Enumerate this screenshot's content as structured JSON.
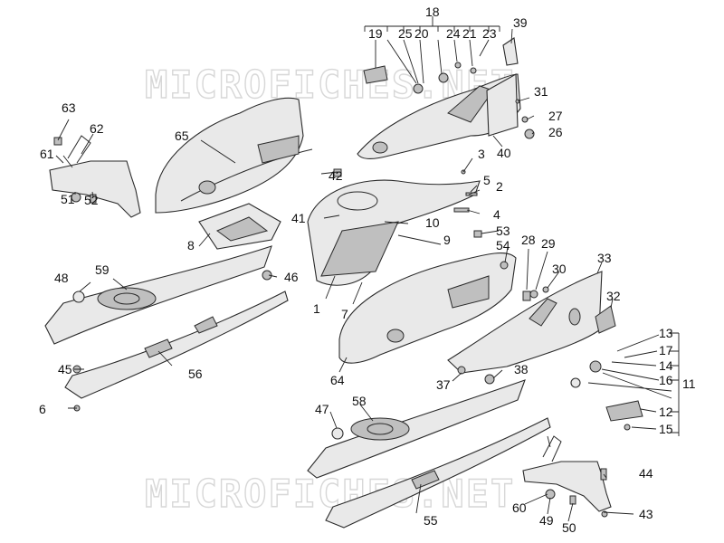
{
  "watermark": "MICROFICHES.NET",
  "callouts": {
    "c1": "1",
    "c2": "2",
    "c3": "3",
    "c4": "4",
    "c5": "5",
    "c6": "6",
    "c7": "7",
    "c8": "8",
    "c9": "9",
    "c10": "10",
    "c11": "11",
    "c12": "12",
    "c13": "13",
    "c14": "14",
    "c15": "15",
    "c16": "16",
    "c17": "17",
    "c18": "18",
    "c19": "19",
    "c20": "20",
    "c21": "21",
    "c23": "23",
    "c24": "24",
    "c25": "25",
    "c26": "26",
    "c27": "27",
    "c28": "28",
    "c29": "29",
    "c30": "30",
    "c31": "31",
    "c32": "32",
    "c33": "33",
    "c37": "37",
    "c38": "38",
    "c39": "39",
    "c40": "40",
    "c41": "41",
    "c42": "42",
    "c43": "43",
    "c44": "44",
    "c45": "45",
    "c46": "46",
    "c47": "47",
    "c48": "48",
    "c49": "49",
    "c50": "50",
    "c51": "51",
    "c52": "52",
    "c53": "53",
    "c54": "54",
    "c55": "55",
    "c56": "56",
    "c58": "58",
    "c59": "59",
    "c60": "60",
    "c61": "61",
    "c62": "62",
    "c63": "63",
    "c64": "64",
    "c65": "65"
  }
}
